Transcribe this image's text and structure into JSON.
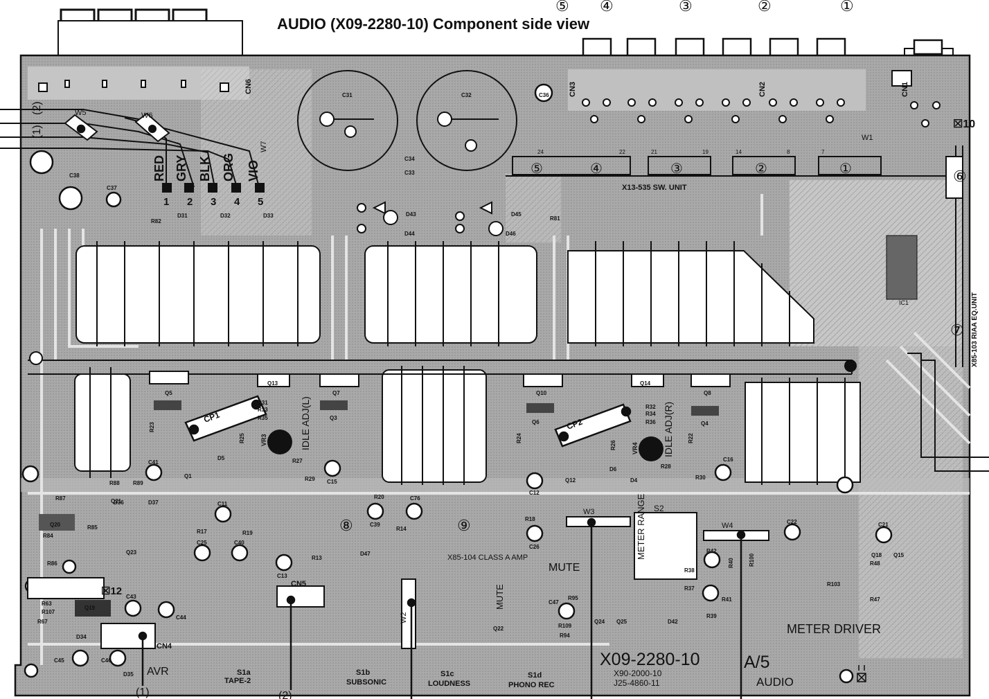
{
  "title": "AUDIO (X09-2280-10) Component side view",
  "connector_numbers_top": [
    "⑤",
    "④",
    "③",
    "②",
    "①"
  ],
  "left_labels": [
    "(1)",
    "(2)"
  ],
  "wire_colors": [
    "RED",
    "GRY",
    "BLK",
    "ORG",
    "VIO"
  ],
  "wire_pins": [
    "1",
    "2",
    "3",
    "4",
    "5"
  ],
  "sw_unit": {
    "label": "X13-535 SW. UNIT",
    "positions": [
      "⑤",
      "④",
      "③",
      "②",
      "①"
    ],
    "pin_numbers": [
      "24",
      "22",
      "21",
      "19",
      "14",
      "8",
      "7"
    ]
  },
  "connectors": [
    "CN6",
    "CN3",
    "CN2",
    "CN1",
    "CN5",
    "CN4"
  ],
  "connector_x10": "☒10",
  "connector_x12": "☒12",
  "marker_6": "⑥",
  "marker_7": "⑦",
  "marker_8": "⑧",
  "marker_9": "⑨",
  "riaa_unit": "X85-103 RIAA EQ.UNIT",
  "ic1": "IC1",
  "idle_left": "IDLE ADJ(L)",
  "idle_right": "IDLE ADJ(R)",
  "class_a_amp": "X85-104 CLASS A AMP",
  "mute_labels": [
    "MUTE",
    "MUTE"
  ],
  "meter_range": "METER RANGE",
  "meter_driver": "METER DRIVER",
  "s2": "S2",
  "w_labels": [
    "W1",
    "W2",
    "W3",
    "W4",
    "W5",
    "W6",
    "W7"
  ],
  "transistors": [
    "Q5",
    "Q13",
    "Q7",
    "Q3",
    "Q10",
    "Q6",
    "Q14",
    "Q8",
    "Q4",
    "Q1",
    "Q12",
    "Q22",
    "Q23",
    "Q24",
    "Q25",
    "Q18",
    "Q15",
    "Q21",
    "Q20",
    "Q19"
  ],
  "capacitors": [
    "C31",
    "C32",
    "C33",
    "C34",
    "C36",
    "C37",
    "C38",
    "C41",
    "C11",
    "C25",
    "C40",
    "C13",
    "C15",
    "C39",
    "C76",
    "C12",
    "C26",
    "C47",
    "C22",
    "C21",
    "C16",
    "C43",
    "C44",
    "C45",
    "C46"
  ],
  "resistors": [
    "R82",
    "R81",
    "R31",
    "R33",
    "R35",
    "R32",
    "R34",
    "R36",
    "R27",
    "R29",
    "R28",
    "R30",
    "R23",
    "R25",
    "R22",
    "R26",
    "R24",
    "R20",
    "R14",
    "R17",
    "R19",
    "R13",
    "R18",
    "R95",
    "R94",
    "R109",
    "R42",
    "R38",
    "R37",
    "R39",
    "R41",
    "R40",
    "R100",
    "R103",
    "R47",
    "R48",
    "R84",
    "R86",
    "R85",
    "R87",
    "R88",
    "R89",
    "R107",
    "R63",
    "R67"
  ],
  "diodes": [
    "D31",
    "D32",
    "D33",
    "D43",
    "D44",
    "D45",
    "D46",
    "D5",
    "D6",
    "D4",
    "D47",
    "D42",
    "D34",
    "D35",
    "D36",
    "D37"
  ],
  "vr": [
    "VR3",
    "VR4"
  ],
  "cp": [
    "CP1",
    "CP2"
  ],
  "switch_labels": [
    {
      "id": "S1a",
      "name": "TAPE-2"
    },
    {
      "id": "S1b",
      "name": "SUBSONIC"
    },
    {
      "id": "S1c",
      "name": "LOUDNESS"
    },
    {
      "id": "S1d",
      "name": "PHONO REC"
    }
  ],
  "avr": "AVR",
  "bottom_labels": [
    "(1)",
    "(2)"
  ],
  "board_number": "X09-2280-10",
  "board_sub": [
    "X90-2000-10",
    "J25-4860-11"
  ],
  "board_code": "A/5",
  "board_name": "AUDIO",
  "colors": {
    "board": "#a8a8a8",
    "trace": "#d6d6d6",
    "white": "#ffffff",
    "ink": "#111111",
    "heatsink": "#ffffff"
  }
}
